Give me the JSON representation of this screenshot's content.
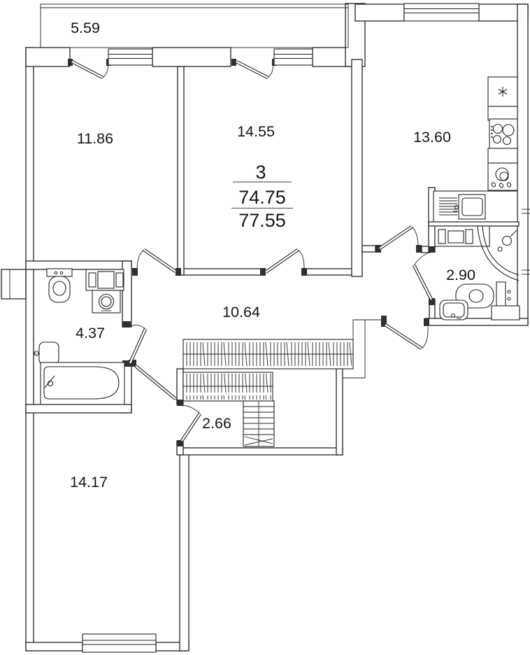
{
  "plan": {
    "stamp": {
      "rooms_count": "3",
      "living_area": "74.75",
      "total_area": "77.55"
    },
    "rooms": [
      {
        "name": "balcony",
        "area": "5.59"
      },
      {
        "name": "bedroom-1",
        "area": "11.86"
      },
      {
        "name": "living-room",
        "area": "14.55"
      },
      {
        "name": "kitchen",
        "area": "13.60"
      },
      {
        "name": "bathroom-2",
        "area": "2.90"
      },
      {
        "name": "bathroom-1",
        "area": "4.37"
      },
      {
        "name": "hallway",
        "area": "10.64"
      },
      {
        "name": "closet",
        "area": "2.66"
      },
      {
        "name": "bedroom-2",
        "area": "14.17"
      }
    ],
    "fixtures": [
      "fridge",
      "stove",
      "kitchen-sink",
      "counter-sink",
      "corner-shower",
      "toilet",
      "washbasin",
      "cabinet",
      "washing-machine",
      "bathtub",
      "wardrobe",
      "shelf-unit"
    ],
    "colors": {
      "lines": "#222222",
      "background": "#ffffff"
    }
  }
}
